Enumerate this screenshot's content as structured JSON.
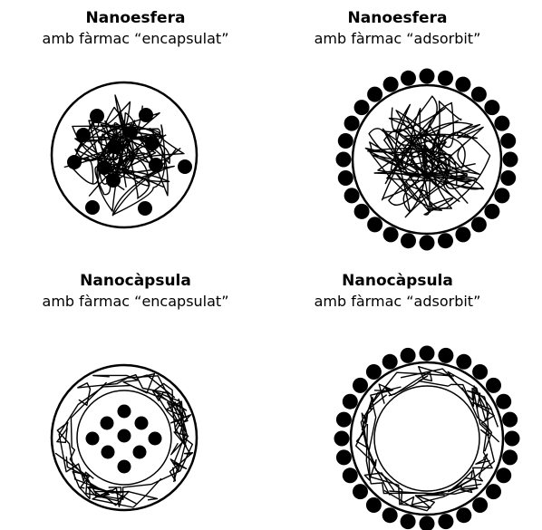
{
  "panels": [
    {
      "id": "p1",
      "title": "Nanoesfera",
      "subtitle": "amb fàrmac “encapsulat”"
    },
    {
      "id": "p2",
      "title": "Nanoesfera",
      "subtitle": "amb fàrmac “adsorbit”"
    },
    {
      "id": "p3",
      "title": "Nanocàpsula",
      "subtitle": "amb fàrmac “encapsulat”"
    },
    {
      "id": "p4",
      "title": "Nanocàpsula",
      "subtitle": "amb fàrmac “adsorbit”"
    }
  ],
  "colors": {
    "stroke": "#000000",
    "fill": "#ffffff",
    "drug": "#000000"
  }
}
